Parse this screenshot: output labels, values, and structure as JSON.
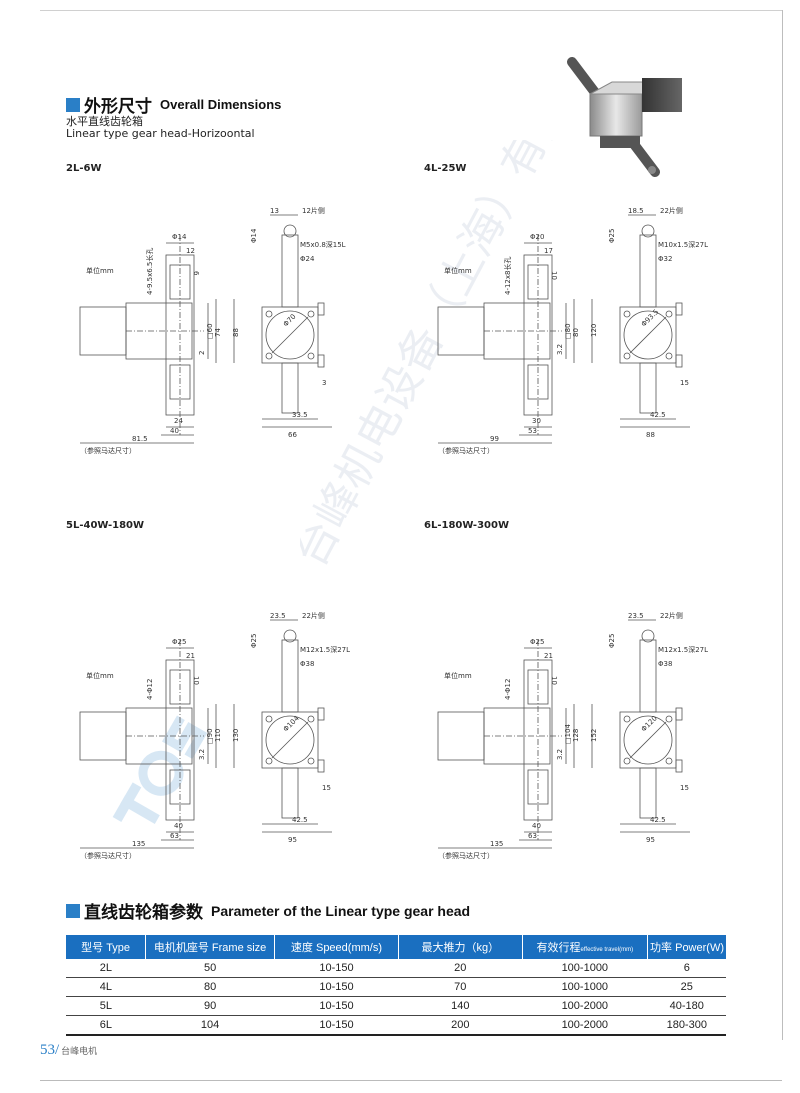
{
  "section1": {
    "title_zh": "外形尺寸",
    "title_en": "Overall Dimensions",
    "subtitle_zh": "水平直线齿轮箱",
    "subtitle_en": "Linear type gear head-Horizoontal"
  },
  "drawings": [
    {
      "model": "2L-6W",
      "unit": "单位mm",
      "note": "（参照马达尺寸）",
      "top_w": "13",
      "top_r": "12片侧",
      "phi_side": "Φ14",
      "thread": "M5x0.8深15L",
      "phi_top": "Φ24",
      "phi_circle": "Φ70",
      "phi_shaft": "Φ14",
      "d12": "12",
      "d6": "6",
      "holes": "4-9.5x6.5长孔",
      "sq": "□60",
      "h74": "74",
      "h88": "88",
      "d2": "2",
      "w24": "24",
      "w40": "40",
      "w81": "81.5",
      "w33": "33.5",
      "w66": "66",
      "d3": "3"
    },
    {
      "model": "4L-25W",
      "unit": "单位mm",
      "note": "（参照马达尺寸）",
      "top_w": "18.5",
      "top_r": "22片侧",
      "phi_side": "Φ25",
      "thread": "M10x1.5深27L",
      "phi_top": "Φ32",
      "phi_circle": "Φ93.5",
      "phi_shaft": "Φ20",
      "d12": "17",
      "d6": "10",
      "holes": "4-12x8长孔",
      "sq": "□80",
      "h74": "80",
      "h88": "120",
      "d2": "3.2",
      "w24": "30",
      "w40": "53",
      "w81": "99",
      "w33": "42.5",
      "w66": "88",
      "d3": "15"
    },
    {
      "model": "5L-40W-180W",
      "unit": "单位mm",
      "note": "（参照马达尺寸）",
      "top_w": "23.5",
      "top_r": "22片侧",
      "phi_side": "Φ25",
      "thread": "M12x1.5深27L",
      "phi_top": "Φ38",
      "phi_circle": "Φ104",
      "phi_shaft": "Φ25",
      "d12": "21",
      "d6": "10",
      "holes": "4-Φ12",
      "sq": "□90",
      "h74": "110",
      "h88": "130",
      "d2": "3.2",
      "w24": "40",
      "w40": "63",
      "w81": "135",
      "w33": "42.5",
      "w66": "95",
      "d3": "15"
    },
    {
      "model": "6L-180W-300W",
      "unit": "单位mm",
      "note": "（参照马达尺寸）",
      "top_w": "23.5",
      "top_r": "22片侧",
      "phi_side": "Φ25",
      "thread": "M12x1.5深27L",
      "phi_top": "Φ38",
      "phi_circle": "Φ120",
      "phi_shaft": "Φ25",
      "d12": "21",
      "d6": "10",
      "holes": "4-Φ12",
      "sq": "□104",
      "h74": "128",
      "h88": "152",
      "d2": "3.2",
      "w24": "40",
      "w40": "63",
      "w81": "135",
      "w33": "42.5",
      "w66": "95",
      "d3": "15"
    }
  ],
  "section2": {
    "title_zh": "直线齿轮箱参数",
    "title_en": "Parameter of the Linear type gear head"
  },
  "table": {
    "h_type": "型号 Type",
    "h_frame": "电机机座号 Frame size",
    "h_speed": "速度 Speed(mm/s)",
    "h_push": "最大推力（kg）",
    "h_travel": "有效行程",
    "h_travel_small": "effective travel(mm)",
    "h_power": "功率 Power(W)",
    "rows": [
      [
        "2L",
        "50",
        "10-150",
        "20",
        "100-1000",
        "6"
      ],
      [
        "4L",
        "80",
        "10-150",
        "70",
        "100-1000",
        "25"
      ],
      [
        "5L",
        "90",
        "10-150",
        "140",
        "100-2000",
        "40-180"
      ],
      [
        "6L",
        "104",
        "10-150",
        "200",
        "100-2000",
        "180-300"
      ]
    ]
  },
  "footer": {
    "page": "53/",
    "brand": "台峰电机"
  },
  "watermark": {
    "text": "台峰机电设备（上海）有限公司"
  },
  "colors": {
    "accent": "#2a7fc7",
    "table_header": "#1a6fc0"
  }
}
